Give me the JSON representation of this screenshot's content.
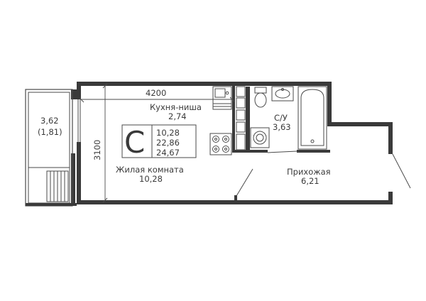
{
  "apartment": {
    "type_letter": "С",
    "areas": [
      "10,28",
      "22,86",
      "24,67"
    ]
  },
  "rooms": {
    "kitchen": {
      "name": "Кухня-ниша",
      "area": "2,74"
    },
    "bathroom": {
      "name": "С/У",
      "area": "3,63"
    },
    "living": {
      "name": "Жилая комната",
      "area": "10,28"
    },
    "hallway": {
      "name": "Прихожая",
      "area": "6,21"
    },
    "balcony": {
      "area": "3,62",
      "reduced": "(1,81)"
    }
  },
  "dimensions": {
    "width": "4200",
    "depth": "3100"
  },
  "colors": {
    "wall": "#3a3a3a",
    "line": "#4a4a4a"
  }
}
